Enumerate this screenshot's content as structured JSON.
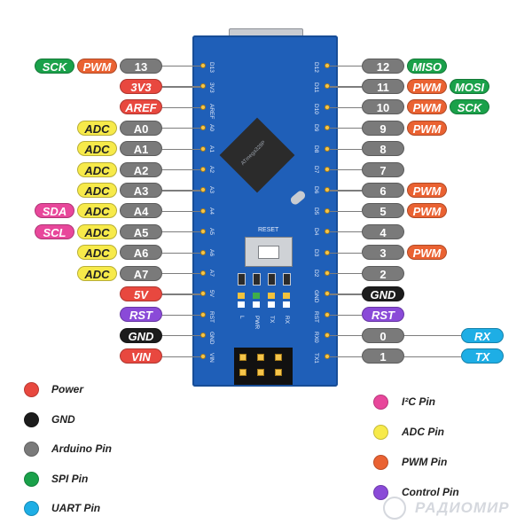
{
  "colors": {
    "power": "#e8483f",
    "gnd": "#1c1c1c",
    "arduino": "#7a7a7a",
    "spi": "#1aa14a",
    "uart": "#1eaee5",
    "i2c": "#e8479b",
    "adc": "#f7ea4a",
    "pwm": "#ea6232",
    "control": "#8a4ad8",
    "board": "#1f5fb8"
  },
  "left_pins": [
    {
      "silk": "D13",
      "tags": [
        {
          "text": "SCK",
          "kind": "spi"
        },
        {
          "text": "PWM",
          "kind": "pwm"
        },
        {
          "text": "13",
          "kind": "ard"
        }
      ]
    },
    {
      "silk": "3V3",
      "tags": [
        {
          "text": "3V3",
          "kind": "power"
        }
      ]
    },
    {
      "silk": "AREF",
      "tags": [
        {
          "text": "AREF",
          "kind": "power"
        }
      ]
    },
    {
      "silk": "A0",
      "tags": [
        {
          "text": "ADC",
          "kind": "adc"
        },
        {
          "text": "A0",
          "kind": "ard"
        }
      ]
    },
    {
      "silk": "A1",
      "tags": [
        {
          "text": "ADC",
          "kind": "adc"
        },
        {
          "text": "A1",
          "kind": "ard"
        }
      ]
    },
    {
      "silk": "A2",
      "tags": [
        {
          "text": "ADC",
          "kind": "adc"
        },
        {
          "text": "A2",
          "kind": "ard"
        }
      ]
    },
    {
      "silk": "A3",
      "tags": [
        {
          "text": "ADC",
          "kind": "adc"
        },
        {
          "text": "A3",
          "kind": "ard"
        }
      ]
    },
    {
      "silk": "A4",
      "tags": [
        {
          "text": "SDA",
          "kind": "i2c"
        },
        {
          "text": "ADC",
          "kind": "adc"
        },
        {
          "text": "A4",
          "kind": "ard"
        }
      ]
    },
    {
      "silk": "A5",
      "tags": [
        {
          "text": "SCL",
          "kind": "i2c"
        },
        {
          "text": "ADC",
          "kind": "adc"
        },
        {
          "text": "A5",
          "kind": "ard"
        }
      ]
    },
    {
      "silk": "A6",
      "tags": [
        {
          "text": "ADC",
          "kind": "adc"
        },
        {
          "text": "A6",
          "kind": "ard"
        }
      ]
    },
    {
      "silk": "A7",
      "tags": [
        {
          "text": "ADC",
          "kind": "adc"
        },
        {
          "text": "A7",
          "kind": "ard"
        }
      ]
    },
    {
      "silk": "5V",
      "tags": [
        {
          "text": "5V",
          "kind": "power"
        }
      ]
    },
    {
      "silk": "RST",
      "tags": [
        {
          "text": "RST",
          "kind": "ctrl"
        }
      ]
    },
    {
      "silk": "GND",
      "tags": [
        {
          "text": "GND",
          "kind": "gnd"
        }
      ]
    },
    {
      "silk": "VIN",
      "tags": [
        {
          "text": "VIN",
          "kind": "power"
        }
      ]
    }
  ],
  "right_pins": [
    {
      "silk": "D12",
      "tags": [
        {
          "text": "12",
          "kind": "ard"
        },
        {
          "text": "MISO",
          "kind": "spi"
        }
      ]
    },
    {
      "silk": "D11",
      "tags": [
        {
          "text": "11",
          "kind": "ard"
        },
        {
          "text": "PWM",
          "kind": "pwm"
        },
        {
          "text": "MOSI",
          "kind": "spi"
        }
      ]
    },
    {
      "silk": "D10",
      "tags": [
        {
          "text": "10",
          "kind": "ard"
        },
        {
          "text": "PWM",
          "kind": "pwm"
        },
        {
          "text": "SCK",
          "kind": "spi"
        }
      ]
    },
    {
      "silk": "D9",
      "tags": [
        {
          "text": "9",
          "kind": "ard"
        },
        {
          "text": "PWM",
          "kind": "pwm"
        }
      ]
    },
    {
      "silk": "D8",
      "tags": [
        {
          "text": "8",
          "kind": "ard"
        }
      ]
    },
    {
      "silk": "D7",
      "tags": [
        {
          "text": "7",
          "kind": "ard"
        }
      ]
    },
    {
      "silk": "D6",
      "tags": [
        {
          "text": "6",
          "kind": "ard"
        },
        {
          "text": "PWM",
          "kind": "pwm"
        }
      ]
    },
    {
      "silk": "D5",
      "tags": [
        {
          "text": "5",
          "kind": "ard"
        },
        {
          "text": "PWM",
          "kind": "pwm"
        }
      ]
    },
    {
      "silk": "D4",
      "tags": [
        {
          "text": "4",
          "kind": "ard"
        }
      ]
    },
    {
      "silk": "D3",
      "tags": [
        {
          "text": "3",
          "kind": "ard"
        },
        {
          "text": "PWM",
          "kind": "pwm"
        }
      ]
    },
    {
      "silk": "D2",
      "tags": [
        {
          "text": "2",
          "kind": "ard"
        }
      ]
    },
    {
      "silk": "GND",
      "tags": [
        {
          "text": "GND",
          "kind": "gnd"
        }
      ]
    },
    {
      "silk": "RST",
      "tags": [
        {
          "text": "RST",
          "kind": "ctrl"
        }
      ]
    },
    {
      "silk": "RX0",
      "tags": [
        {
          "text": "0",
          "kind": "ard"
        },
        {
          "text": "RX",
          "kind": "uart"
        }
      ]
    },
    {
      "silk": "TX1",
      "tags": [
        {
          "text": "1",
          "kind": "ard"
        },
        {
          "text": "TX",
          "kind": "uart"
        }
      ]
    }
  ],
  "board": {
    "reset_label": "RESET",
    "chip_label": "ATmega328P",
    "led_labels": [
      "L",
      "PWR",
      "TX",
      "RX"
    ]
  },
  "legend_left": [
    {
      "label": "Power",
      "kind": "power"
    },
    {
      "label": "GND",
      "kind": "gnd"
    },
    {
      "label": "Arduino Pin",
      "kind": "arduino"
    },
    {
      "label": "SPI Pin",
      "kind": "spi"
    },
    {
      "label": "UART Pin",
      "kind": "uart"
    }
  ],
  "legend_right": [
    {
      "label": "I²C Pin",
      "kind": "i2c"
    },
    {
      "label": "ADC Pin",
      "kind": "adc"
    },
    {
      "label": "PWM Pin",
      "kind": "pwm"
    },
    {
      "label": "Control Pin",
      "kind": "control"
    }
  ],
  "watermark": "РАДИОМИР"
}
